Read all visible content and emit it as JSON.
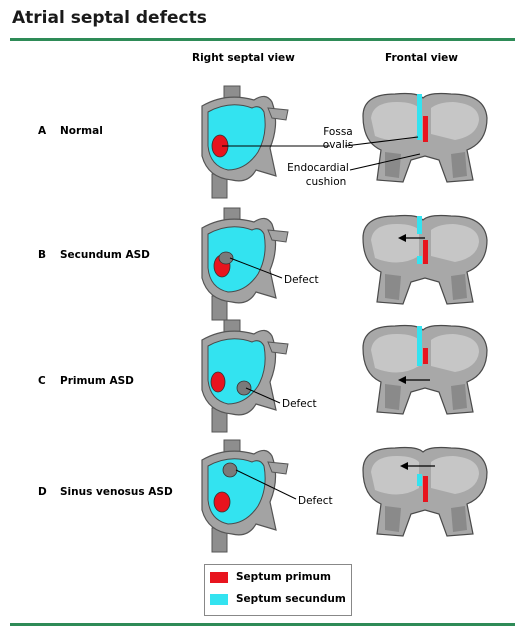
{
  "title": "Atrial septal defects",
  "columns": {
    "right_septal": "Right septal view",
    "frontal": "Frontal view"
  },
  "rows": [
    {
      "letter": "A",
      "label": "Normal"
    },
    {
      "letter": "B",
      "label": "Secundum ASD"
    },
    {
      "letter": "C",
      "label": "Primum ASD"
    },
    {
      "letter": "D",
      "label": "Sinus venosus ASD"
    }
  ],
  "annotations": {
    "fossa_line1": "Fossa",
    "fossa_line2": "ovalis",
    "cushion_line1": "Endocardial",
    "cushion_line2": "cushion",
    "defect": "Defect"
  },
  "legend": {
    "primum": {
      "label": "Septum primum",
      "color": "#e8141e"
    },
    "secundum": {
      "label": "Septum secundum",
      "color": "#33e3f0"
    }
  },
  "colors": {
    "rule": "#2e8b57",
    "tissue": "#9a9a9a",
    "tissue_light": "#c8c8c8",
    "outline": "#5a5a5a"
  }
}
